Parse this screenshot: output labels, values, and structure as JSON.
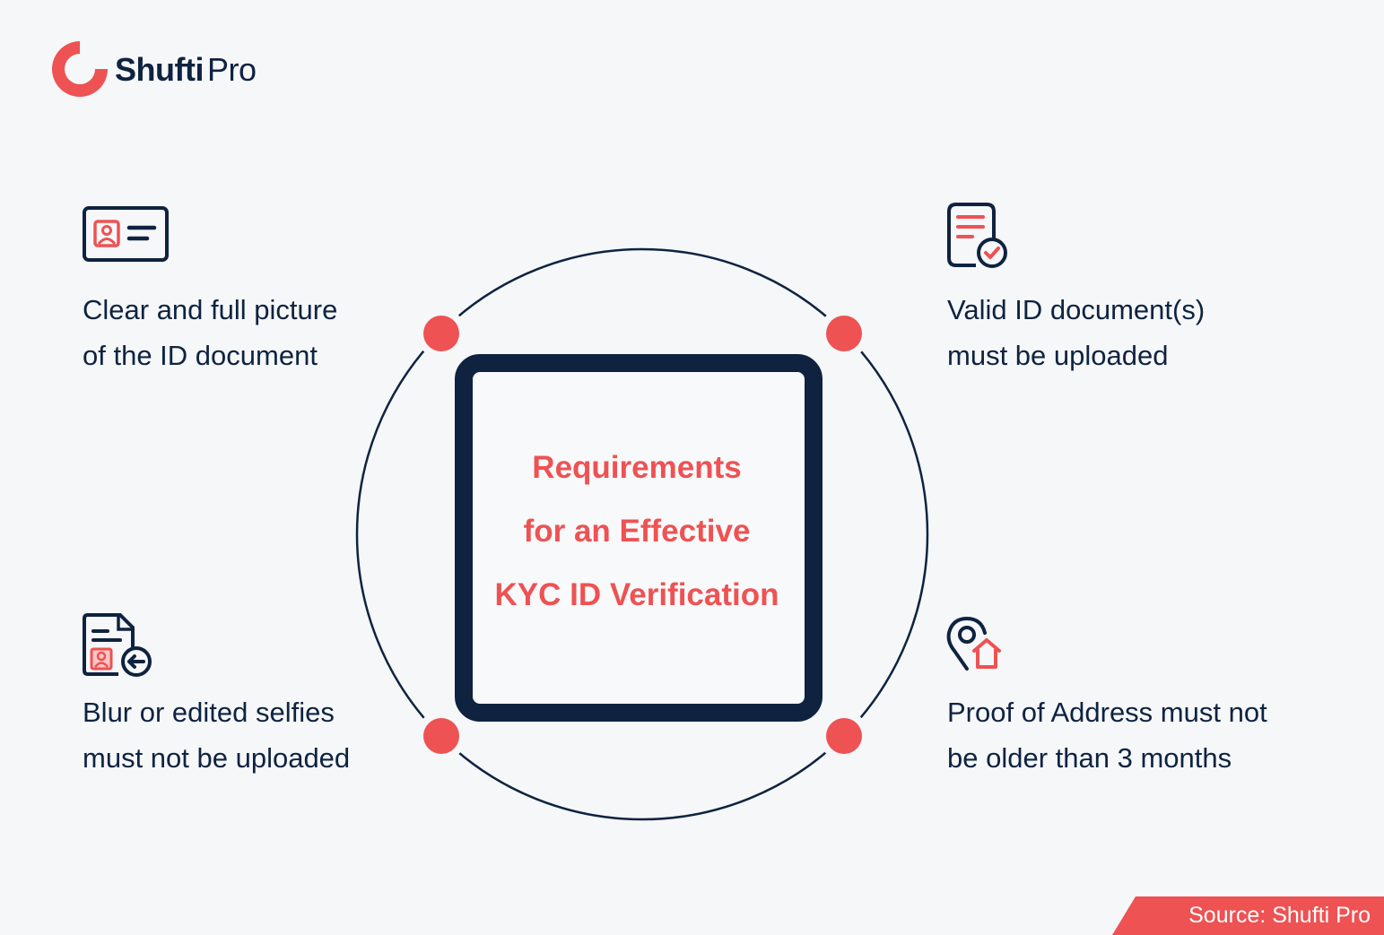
{
  "brand": {
    "name_bold": "Shufti",
    "name_light": "Pro",
    "logo_icon": "ring-logo-icon",
    "color_accent": "#ee5253",
    "color_navy": "#0f2340",
    "color_background": "#f5f7f9"
  },
  "center": {
    "title_lines": [
      "Requirements",
      "for an Effective",
      "KYC ID Verification"
    ]
  },
  "requirements": [
    {
      "position": "top-left",
      "icon": "id-card-icon",
      "lines": [
        "Clear and full picture",
        "of the ID document"
      ]
    },
    {
      "position": "top-right",
      "icon": "document-check-icon",
      "lines": [
        "Valid ID document(s)",
        "must be uploaded"
      ]
    },
    {
      "position": "bottom-left",
      "icon": "selfie-document-icon",
      "lines": [
        "Blur or edited selfies",
        "must not be uploaded"
      ]
    },
    {
      "position": "bottom-right",
      "icon": "address-pin-home-icon",
      "lines": [
        "Proof of Address must not",
        "be older than 3 months"
      ]
    }
  ],
  "source": {
    "label": "Source: Shufti Pro"
  }
}
